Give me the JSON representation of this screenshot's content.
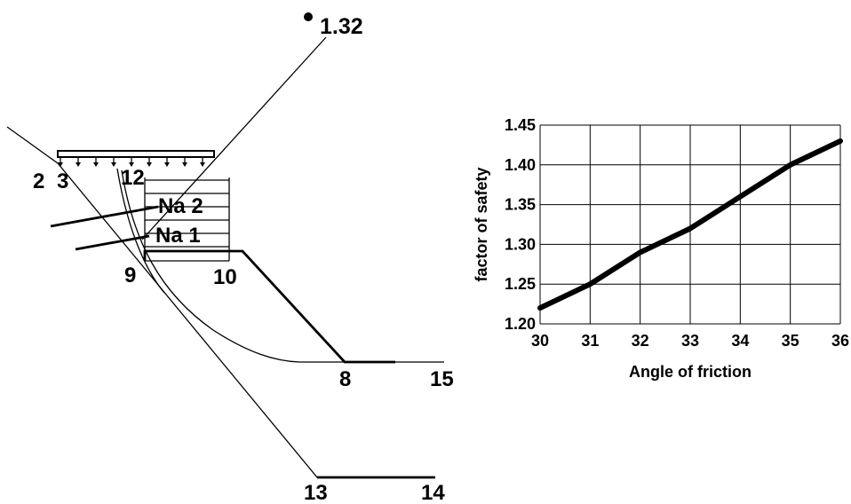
{
  "diagram": {
    "safety_factor_label": "1.32",
    "nodes": {
      "n2": "2",
      "n3": "3",
      "n12": "12",
      "n9": "9",
      "n10": "10",
      "n8": "8",
      "n15": "15",
      "n13": "13",
      "n14": "14"
    },
    "anchors": {
      "na2": "Na 2",
      "na1": "Na 1"
    }
  },
  "chart_data": {
    "type": "line",
    "xlabel": "Angle of friction",
    "ylabel": "factor of safety",
    "xlim": [
      30,
      36
    ],
    "ylim": [
      1.2,
      1.45
    ],
    "x_ticks": [
      "30",
      "31",
      "32",
      "33",
      "34",
      "35",
      "36"
    ],
    "y_ticks": [
      "1.20",
      "1.25",
      "1.30",
      "1.35",
      "1.40",
      "1.45"
    ],
    "grid": true,
    "series": [
      {
        "x": [
          30,
          31,
          32,
          33,
          34,
          35,
          36
        ],
        "values": [
          1.22,
          1.25,
          1.29,
          1.32,
          1.36,
          1.4,
          1.43
        ]
      }
    ]
  }
}
